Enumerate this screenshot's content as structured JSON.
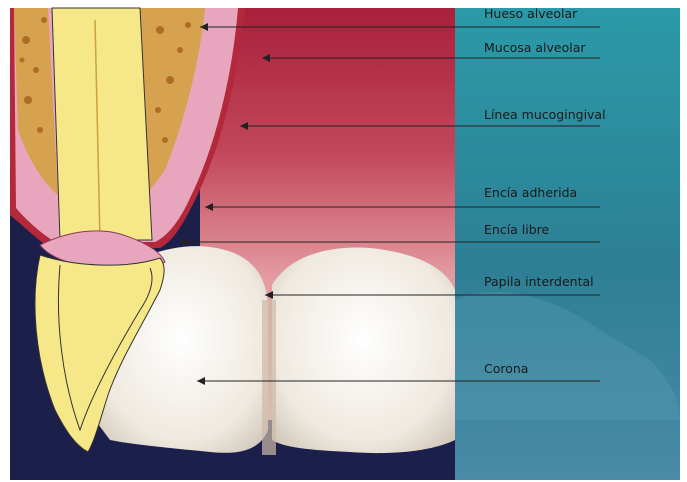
{
  "figure": {
    "labels": [
      {
        "id": "hueso-alveolar",
        "text": "Hueso alveolar"
      },
      {
        "id": "mucosa-alveolar",
        "text": "Mucosa alveolar"
      },
      {
        "id": "linea-mucogingival",
        "text": "Línea mucogingival"
      },
      {
        "id": "encia-adherida",
        "text": "Encía adherida"
      },
      {
        "id": "encia-libre",
        "text": "Encía libre"
      },
      {
        "id": "papila-interdental",
        "text": "Papila interdental"
      },
      {
        "id": "corona",
        "text": "Corona"
      }
    ],
    "colors": {
      "background_navy": "#1c1f4a",
      "right_panel_teal": "#2b8f9f",
      "gum_red": "#b4283b",
      "gum_pink": "#e39aa0",
      "bone_tan": "#d6a24f",
      "bone_spots": "#b06c25",
      "root_yellow": "#f6e789",
      "enamel_white": "#f3efe8",
      "gingiva_diagram": "#e7a6be",
      "line_color": "#222222"
    }
  }
}
